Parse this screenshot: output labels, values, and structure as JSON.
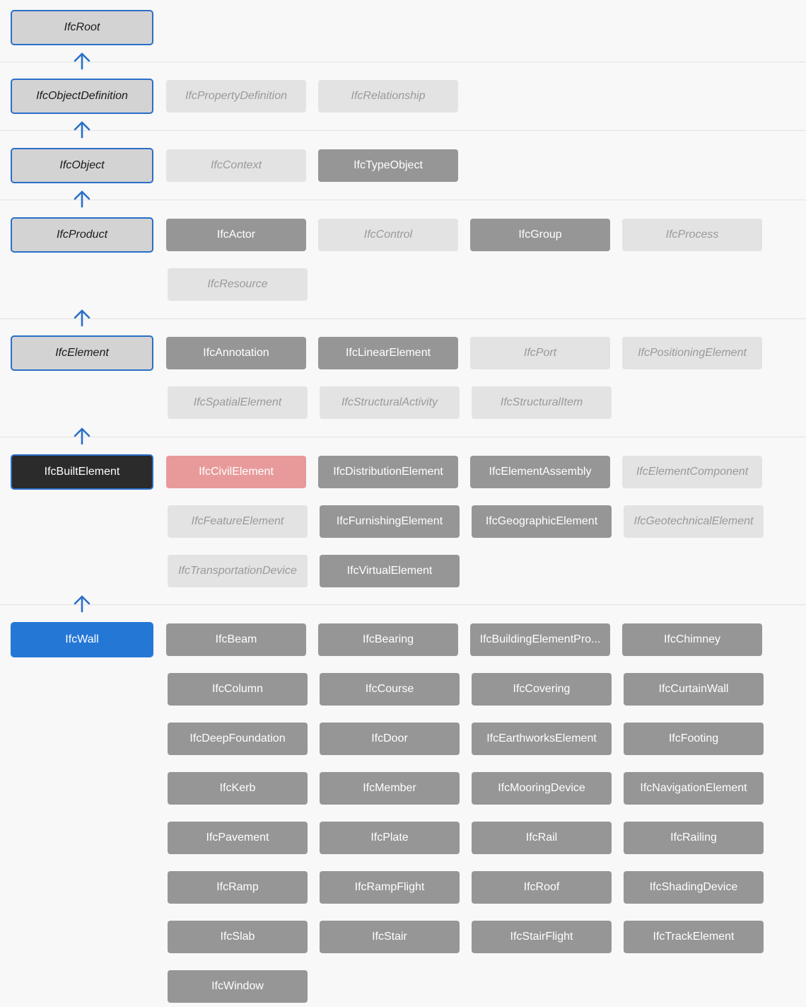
{
  "levels": [
    {
      "name": "IfcRoot",
      "style": "abstract",
      "items": []
    },
    {
      "name": "IfcObjectDefinition",
      "style": "abstract",
      "items": [
        {
          "label": "IfcPropertyDefinition",
          "style": "abstract"
        },
        {
          "label": "IfcRelationship",
          "style": "abstract"
        }
      ]
    },
    {
      "name": "IfcObject",
      "style": "abstract",
      "items": [
        {
          "label": "IfcContext",
          "style": "abstract"
        },
        {
          "label": "IfcTypeObject",
          "style": "concrete"
        }
      ]
    },
    {
      "name": "IfcProduct",
      "style": "abstract",
      "items": [
        {
          "label": "IfcActor",
          "style": "concrete"
        },
        {
          "label": "IfcControl",
          "style": "abstract"
        },
        {
          "label": "IfcGroup",
          "style": "concrete"
        },
        {
          "label": "IfcProcess",
          "style": "abstract"
        },
        {
          "label": "IfcResource",
          "style": "abstract"
        }
      ]
    },
    {
      "name": "IfcElement",
      "style": "abstract",
      "items": [
        {
          "label": "IfcAnnotation",
          "style": "concrete"
        },
        {
          "label": "IfcLinearElement",
          "style": "concrete"
        },
        {
          "label": "IfcPort",
          "style": "abstract"
        },
        {
          "label": "IfcPositioningElement",
          "style": "abstract"
        },
        {
          "label": "IfcSpatialElement",
          "style": "abstract"
        },
        {
          "label": "IfcStructuralActivity",
          "style": "abstract"
        },
        {
          "label": "IfcStructuralItem",
          "style": "abstract"
        }
      ]
    },
    {
      "name": "IfcBuiltElement",
      "style": "selected",
      "items": [
        {
          "label": "IfcCivilElement",
          "style": "highlight"
        },
        {
          "label": "IfcDistributionElement",
          "style": "concrete"
        },
        {
          "label": "IfcElementAssembly",
          "style": "concrete"
        },
        {
          "label": "IfcElementComponent",
          "style": "abstract"
        },
        {
          "label": "IfcFeatureElement",
          "style": "abstract"
        },
        {
          "label": "IfcFurnishingElement",
          "style": "concrete"
        },
        {
          "label": "IfcGeographicElement",
          "style": "concrete"
        },
        {
          "label": "IfcGeotechnicalElement",
          "style": "abstract"
        },
        {
          "label": "IfcTransportationDevice",
          "style": "abstract"
        },
        {
          "label": "IfcVirtualElement",
          "style": "concrete"
        }
      ]
    },
    {
      "name": "IfcWall",
      "style": "current",
      "items": [
        {
          "label": "IfcBeam",
          "style": "concrete"
        },
        {
          "label": "IfcBearing",
          "style": "concrete"
        },
        {
          "label": "IfcBuildingElementPro...",
          "style": "concrete"
        },
        {
          "label": "IfcChimney",
          "style": "concrete"
        },
        {
          "label": "IfcColumn",
          "style": "concrete"
        },
        {
          "label": "IfcCourse",
          "style": "concrete"
        },
        {
          "label": "IfcCovering",
          "style": "concrete"
        },
        {
          "label": "IfcCurtainWall",
          "style": "concrete"
        },
        {
          "label": "IfcDeepFoundation",
          "style": "concrete"
        },
        {
          "label": "IfcDoor",
          "style": "concrete"
        },
        {
          "label": "IfcEarthworksElement",
          "style": "concrete"
        },
        {
          "label": "IfcFooting",
          "style": "concrete"
        },
        {
          "label": "IfcKerb",
          "style": "concrete"
        },
        {
          "label": "IfcMember",
          "style": "concrete"
        },
        {
          "label": "IfcMooringDevice",
          "style": "concrete"
        },
        {
          "label": "IfcNavigationElement",
          "style": "concrete"
        },
        {
          "label": "IfcPavement",
          "style": "concrete"
        },
        {
          "label": "IfcPlate",
          "style": "concrete"
        },
        {
          "label": "IfcRail",
          "style": "concrete"
        },
        {
          "label": "IfcRailing",
          "style": "concrete"
        },
        {
          "label": "IfcRamp",
          "style": "concrete"
        },
        {
          "label": "IfcRampFlight",
          "style": "concrete"
        },
        {
          "label": "IfcRoof",
          "style": "concrete"
        },
        {
          "label": "IfcShadingDevice",
          "style": "concrete"
        },
        {
          "label": "IfcSlab",
          "style": "concrete"
        },
        {
          "label": "IfcStair",
          "style": "concrete"
        },
        {
          "label": "IfcStairFlight",
          "style": "concrete"
        },
        {
          "label": "IfcTrackElement",
          "style": "concrete"
        },
        {
          "label": "IfcWindow",
          "style": "concrete"
        }
      ]
    }
  ],
  "colors": {
    "main_border": "#2a6fc9",
    "selected": "#2b2b2b",
    "current": "#2577d6",
    "concrete": "#969696",
    "abstract": "#e3e3e3",
    "highlight": "#e89a9a",
    "arrow": "#2a6fc9"
  }
}
